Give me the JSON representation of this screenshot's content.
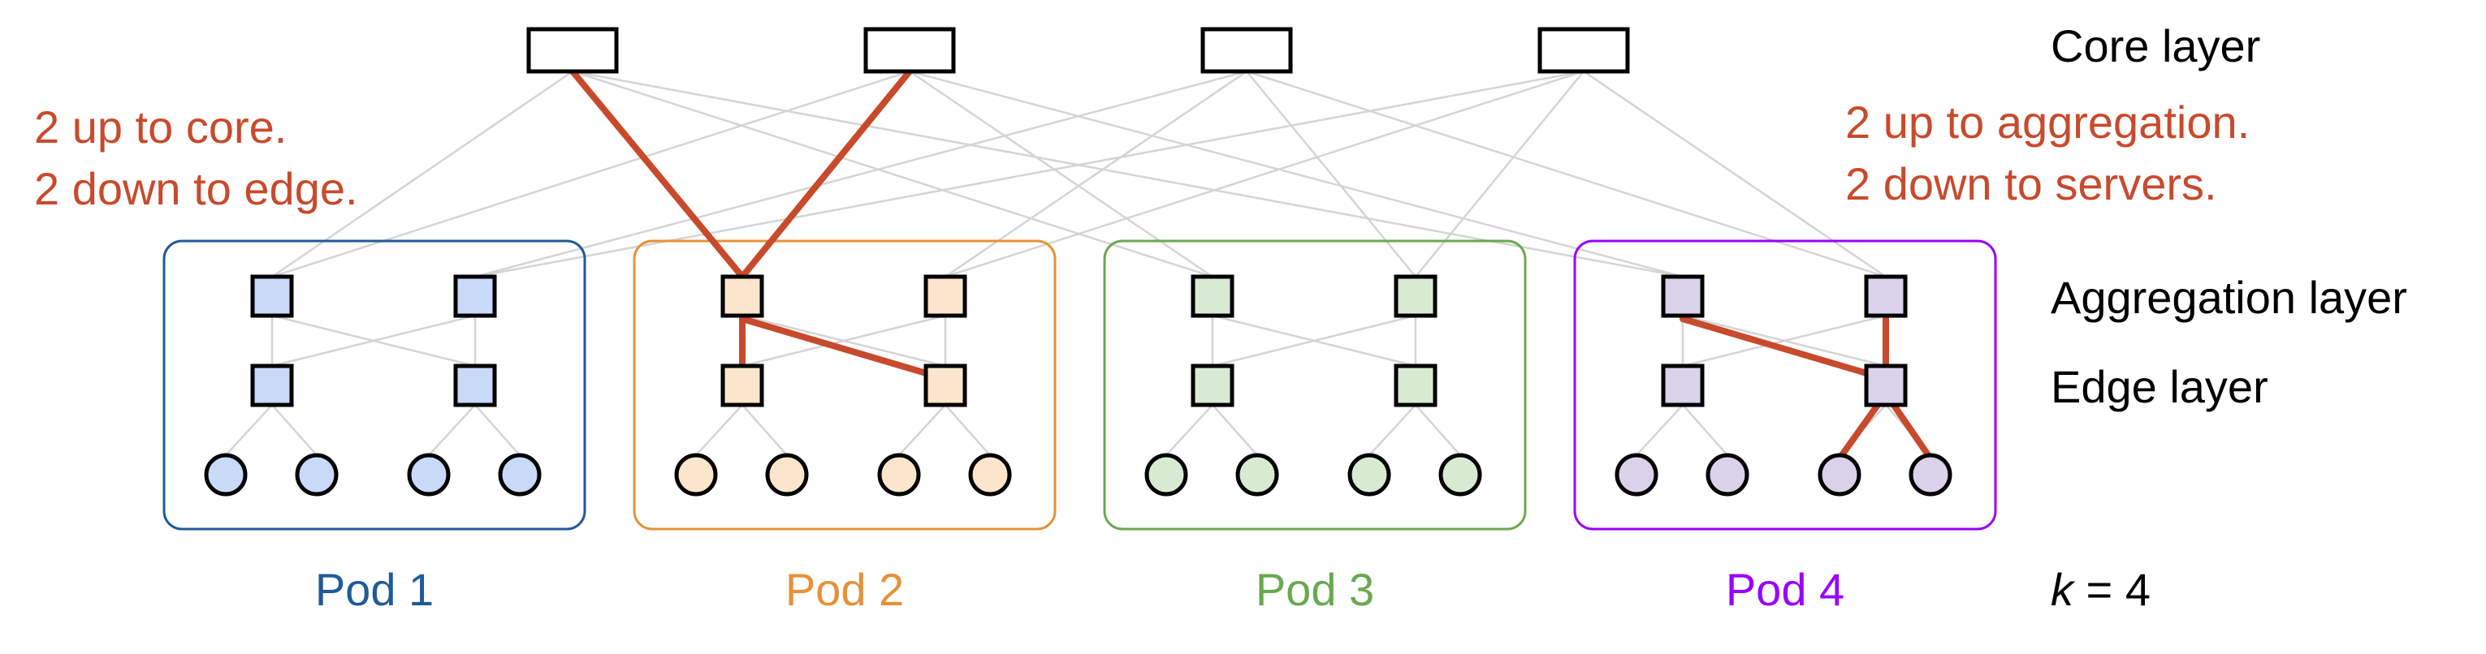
{
  "layers": {
    "core": "Core layer",
    "aggregation": "Aggregation layer",
    "edge": "Edge layer"
  },
  "annotations": {
    "aggregation_note": [
      "2 up to core.",
      "2 down to edge."
    ],
    "edge_note": [
      "2 up to aggregation.",
      "2 down to servers."
    ]
  },
  "k_label": {
    "var": "k",
    "value": " = 4"
  },
  "colors": {
    "highlight": "#c84a2c",
    "thin_link": "#d4d4d4",
    "annotation_text": "#c84a2c"
  },
  "core_switches": 4,
  "pods": [
    {
      "label": "Pod 1",
      "border": "#1f5a99",
      "fill": "#c9daf8",
      "text": "#1f5a99"
    },
    {
      "label": "Pod 2",
      "border": "#e69138",
      "fill": "#fce5cd",
      "text": "#e69138"
    },
    {
      "label": "Pod 3",
      "border": "#6aa84f",
      "fill": "#d9ead3",
      "text": "#6aa84f"
    },
    {
      "label": "Pod 4",
      "border": "#9900ff",
      "fill": "#d9d2e9",
      "text": "#9900ff"
    }
  ]
}
